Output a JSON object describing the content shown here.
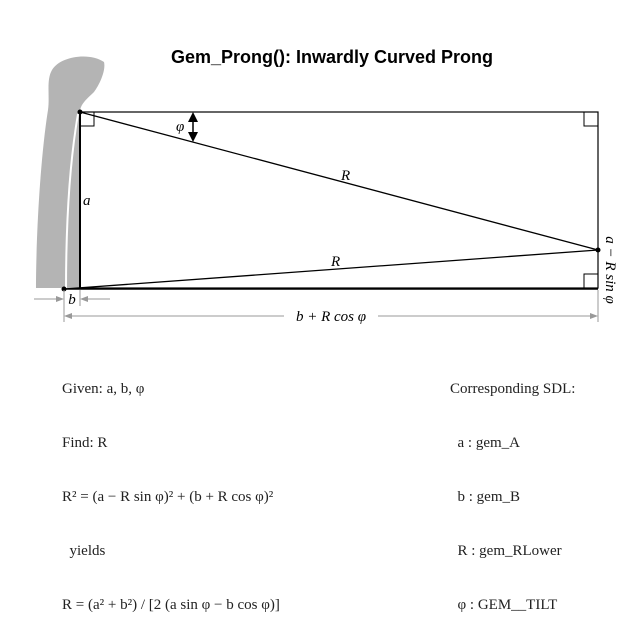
{
  "title": "Gem_Prong(): Inwardly Curved Prong",
  "labels": {
    "phi": "φ",
    "a": "a",
    "b": "b",
    "R_upper": "R",
    "R_lower": "R",
    "bottom_dim": "b + R cos φ",
    "right_dim": "a − R sin φ"
  },
  "left_notes": [
    "Given: a, b, φ",
    "Find: R",
    "R² = (a − R sin φ)² + (b + R cos φ)²",
    "  yields",
    "R = (a² + b²) / [2 (a sin φ − b cos φ)]"
  ],
  "right_notes": [
    "Corresponding SDL:",
    "  a : gem_A",
    "  b : gem_B",
    "  R : gem_RLower",
    "  φ : GEM__TILT"
  ],
  "colors": {
    "prong": "#b4b4b4",
    "lines": "#000000",
    "dim_lines": "#999999"
  }
}
